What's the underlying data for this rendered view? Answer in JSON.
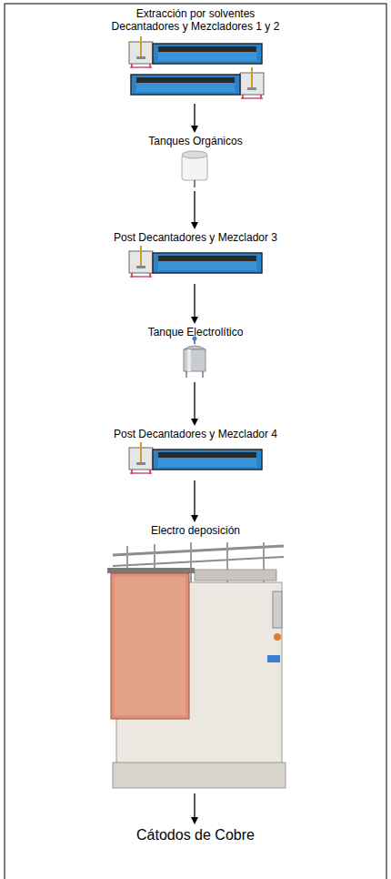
{
  "diagram": {
    "nodes": [
      {
        "text": [
          "Extracción por solventes Decantadores y Mezcladores 1 y 2"
        ]
      },
      {
        "text": [
          "Tanques Orgánicos"
        ]
      },
      {
        "text": [
          "Post Decantadores y Mezclador 3"
        ]
      },
      {
        "text": [
          "Tanque Electrolítico"
        ]
      },
      {
        "text": [
          "Post Decantadores y Mezclador 4"
        ]
      },
      {
        "text": [
          "Electro deposición"
        ]
      },
      {
        "text": [
          "Cátodos de Cobre"
        ]
      }
    ],
    "edges": [
      {
        "from": 0,
        "to": 1,
        "arrow": "to"
      },
      {
        "from": 1,
        "to": 2,
        "arrow": "to"
      },
      {
        "from": 2,
        "to": 3,
        "arrow": "to"
      },
      {
        "from": 3,
        "to": 4,
        "arrow": "to"
      },
      {
        "from": 4,
        "to": 5,
        "arrow": "to"
      },
      {
        "from": 5,
        "to": 6,
        "arrow": "to"
      }
    ]
  }
}
